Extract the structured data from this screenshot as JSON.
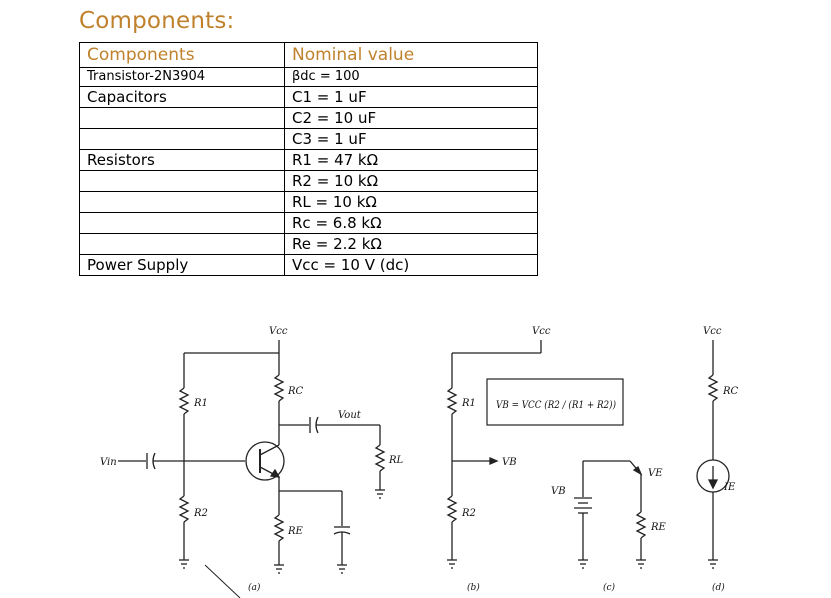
{
  "heading": "Components:",
  "table": {
    "headers": [
      "Components",
      "Nominal value"
    ],
    "rows": [
      {
        "component": "Transistor-2N3904",
        "value": "βdc = 100"
      },
      {
        "component": "Capacitors",
        "value": "C1 = 1 uF"
      },
      {
        "component": "",
        "value": "C2 = 10 uF"
      },
      {
        "component": "",
        "value": "C3 = 1 uF"
      },
      {
        "component": "Resistors",
        "value": "R1 = 47 kΩ"
      },
      {
        "component": "",
        "value": "R2 = 10 kΩ"
      },
      {
        "component": "",
        "value": "RL = 10 kΩ"
      },
      {
        "component": "",
        "value": "Rc = 6.8 kΩ"
      },
      {
        "component": "",
        "value": "Re = 2.2 kΩ"
      },
      {
        "component": "Power Supply",
        "value": "Vcc = 10 V (dc)"
      }
    ]
  },
  "circuit": {
    "vcc_label": "Vcc",
    "r1_label": "R1",
    "r2_label": "R2",
    "rc_label": "RC",
    "re_label": "RE",
    "rl_label": "RL",
    "vin_label": "Vin",
    "vout_label": "Vout",
    "vb_label": "VB",
    "ve_label": "VE",
    "ie_label": "IE",
    "formula": "VB = VCC (R2 / (R1 + R2))",
    "panel_a": "(a)",
    "panel_b": "(b)",
    "panel_c": "(c)",
    "panel_d": "(d)"
  }
}
